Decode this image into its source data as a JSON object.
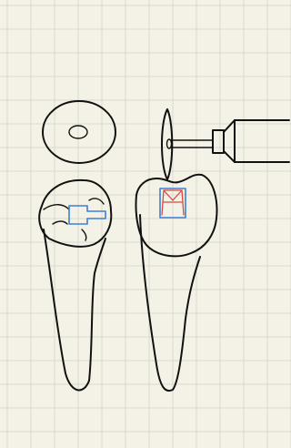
{
  "colors": {
    "paper": "#f4f2e6",
    "grid": "#d9d9cf",
    "ink": "#111111",
    "blue_outline": "#3c7fd6",
    "red_outline": "#d64a3c"
  },
  "figures": {
    "disc_top_view": "disc-top-view",
    "disc_side_view_with_handpiece": "disc-side-view-with-handpiece",
    "tooth_occlusal_outline": "tooth-occlusal-outline",
    "tooth_proximal_outline": "tooth-proximal-outline"
  }
}
